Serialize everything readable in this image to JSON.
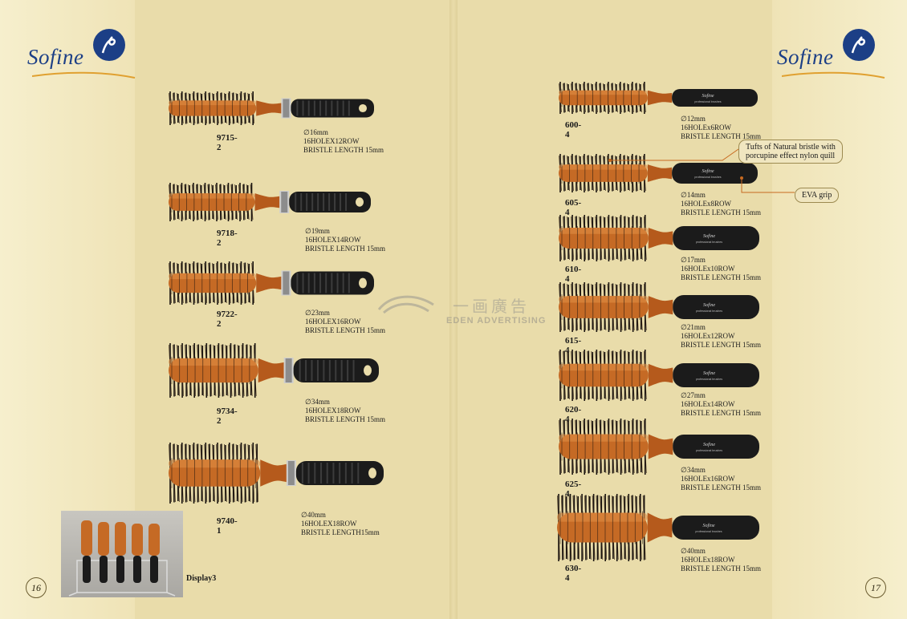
{
  "brand": "Sofine",
  "left_page": {
    "page_number": "16",
    "display_label": "Display3",
    "products": [
      {
        "code": "9715-2",
        "spec": [
          "∅16mm",
          "16HOLEX12ROW",
          "BRISTLE LENGTH 15mm"
        ]
      },
      {
        "code": "9718-2",
        "spec": [
          "∅19mm",
          "16HOLEX14ROW",
          "BRISTLE LENGTH 15mm"
        ]
      },
      {
        "code": "9722-2",
        "spec": [
          "∅23mm",
          "16HOLEX16ROW",
          "BRISTLE LENGTH 15mm"
        ]
      },
      {
        "code": "9734-2",
        "spec": [
          "∅34mm",
          "16HOLEX18ROW",
          "BRISTLE LENGTH 15mm"
        ]
      },
      {
        "code": "9740-1",
        "spec": [
          "∅40mm",
          "16HOLEX18ROW",
          "BRISTLE LENGTH15mm"
        ]
      }
    ]
  },
  "right_page": {
    "page_number": "17",
    "callouts": {
      "bristle": "Tufts of Natural bristle with\nporcupine effect nylon quill",
      "grip": "EVA grip"
    },
    "handle_label": "Sofine",
    "handle_sublabel": "professional brushes",
    "products": [
      {
        "code": "600-4",
        "spec": [
          "∅12mm",
          "16HOLEx6ROW",
          "BRISTLE LENGTH 15mm"
        ]
      },
      {
        "code": "605-4",
        "spec": [
          "∅14mm",
          "16HOLEx8ROW",
          "BRISTLE LENGTH 15mm"
        ]
      },
      {
        "code": "610-4",
        "spec": [
          "∅17mm",
          "16HOLEx10ROW",
          "BRISTLE LENGTH 15mm"
        ]
      },
      {
        "code": "615-4",
        "spec": [
          "∅21mm",
          "16HOLEx12ROW",
          "BRISTLE LENGTH 15mm"
        ]
      },
      {
        "code": "620-4",
        "spec": [
          "∅27mm",
          "16HOLEx14ROW",
          "BRISTLE LENGTH 15mm"
        ]
      },
      {
        "code": "625-4",
        "spec": [
          "∅34mm",
          "16HOLEx16ROW",
          "BRISTLE LENGTH 15mm"
        ]
      },
      {
        "code": "630-4",
        "spec": [
          "∅40mm",
          "16HOLEx18ROW",
          "BRISTLE LENGTH 15mm"
        ]
      }
    ]
  },
  "watermark": {
    "cn": "一画廣告",
    "en": "EDEN ADVERTISING"
  },
  "colors": {
    "logo_blue": "#1c3f86",
    "wood": "#c56a25",
    "grip": "#1b1b1b",
    "swoosh": "#e0a030"
  }
}
